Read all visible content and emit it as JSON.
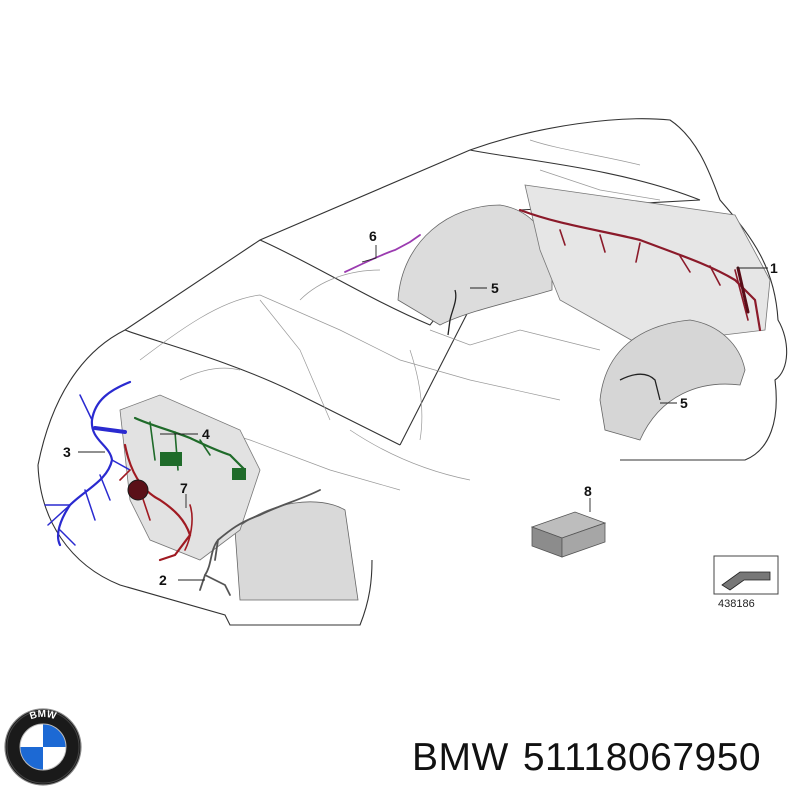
{
  "diagram": {
    "callouts": [
      {
        "id": "c1",
        "label": "1"
      },
      {
        "id": "c2",
        "label": "2"
      },
      {
        "id": "c3",
        "label": "3"
      },
      {
        "id": "c4",
        "label": "4"
      },
      {
        "id": "c5a",
        "label": "5"
      },
      {
        "id": "c5b",
        "label": "5"
      },
      {
        "id": "c6",
        "label": "6"
      },
      {
        "id": "c7",
        "label": "7"
      },
      {
        "id": "c8",
        "label": "8"
      }
    ],
    "reference_number": "438186",
    "harness_colors": {
      "rear": "#8b1a2a",
      "front_left": "#2a2ad0",
      "front_center": "#1f6b2a",
      "front_right": "#a01a22",
      "gray": "#555555",
      "roof": "#9b3bb0"
    }
  },
  "caption": {
    "brand": "BMW",
    "part_number": "51118067950"
  },
  "logo": {
    "ring_text": "BMW",
    "colors": {
      "blue": "#1c69d4",
      "white": "#ffffff",
      "ring": "#1a1a1a"
    }
  }
}
